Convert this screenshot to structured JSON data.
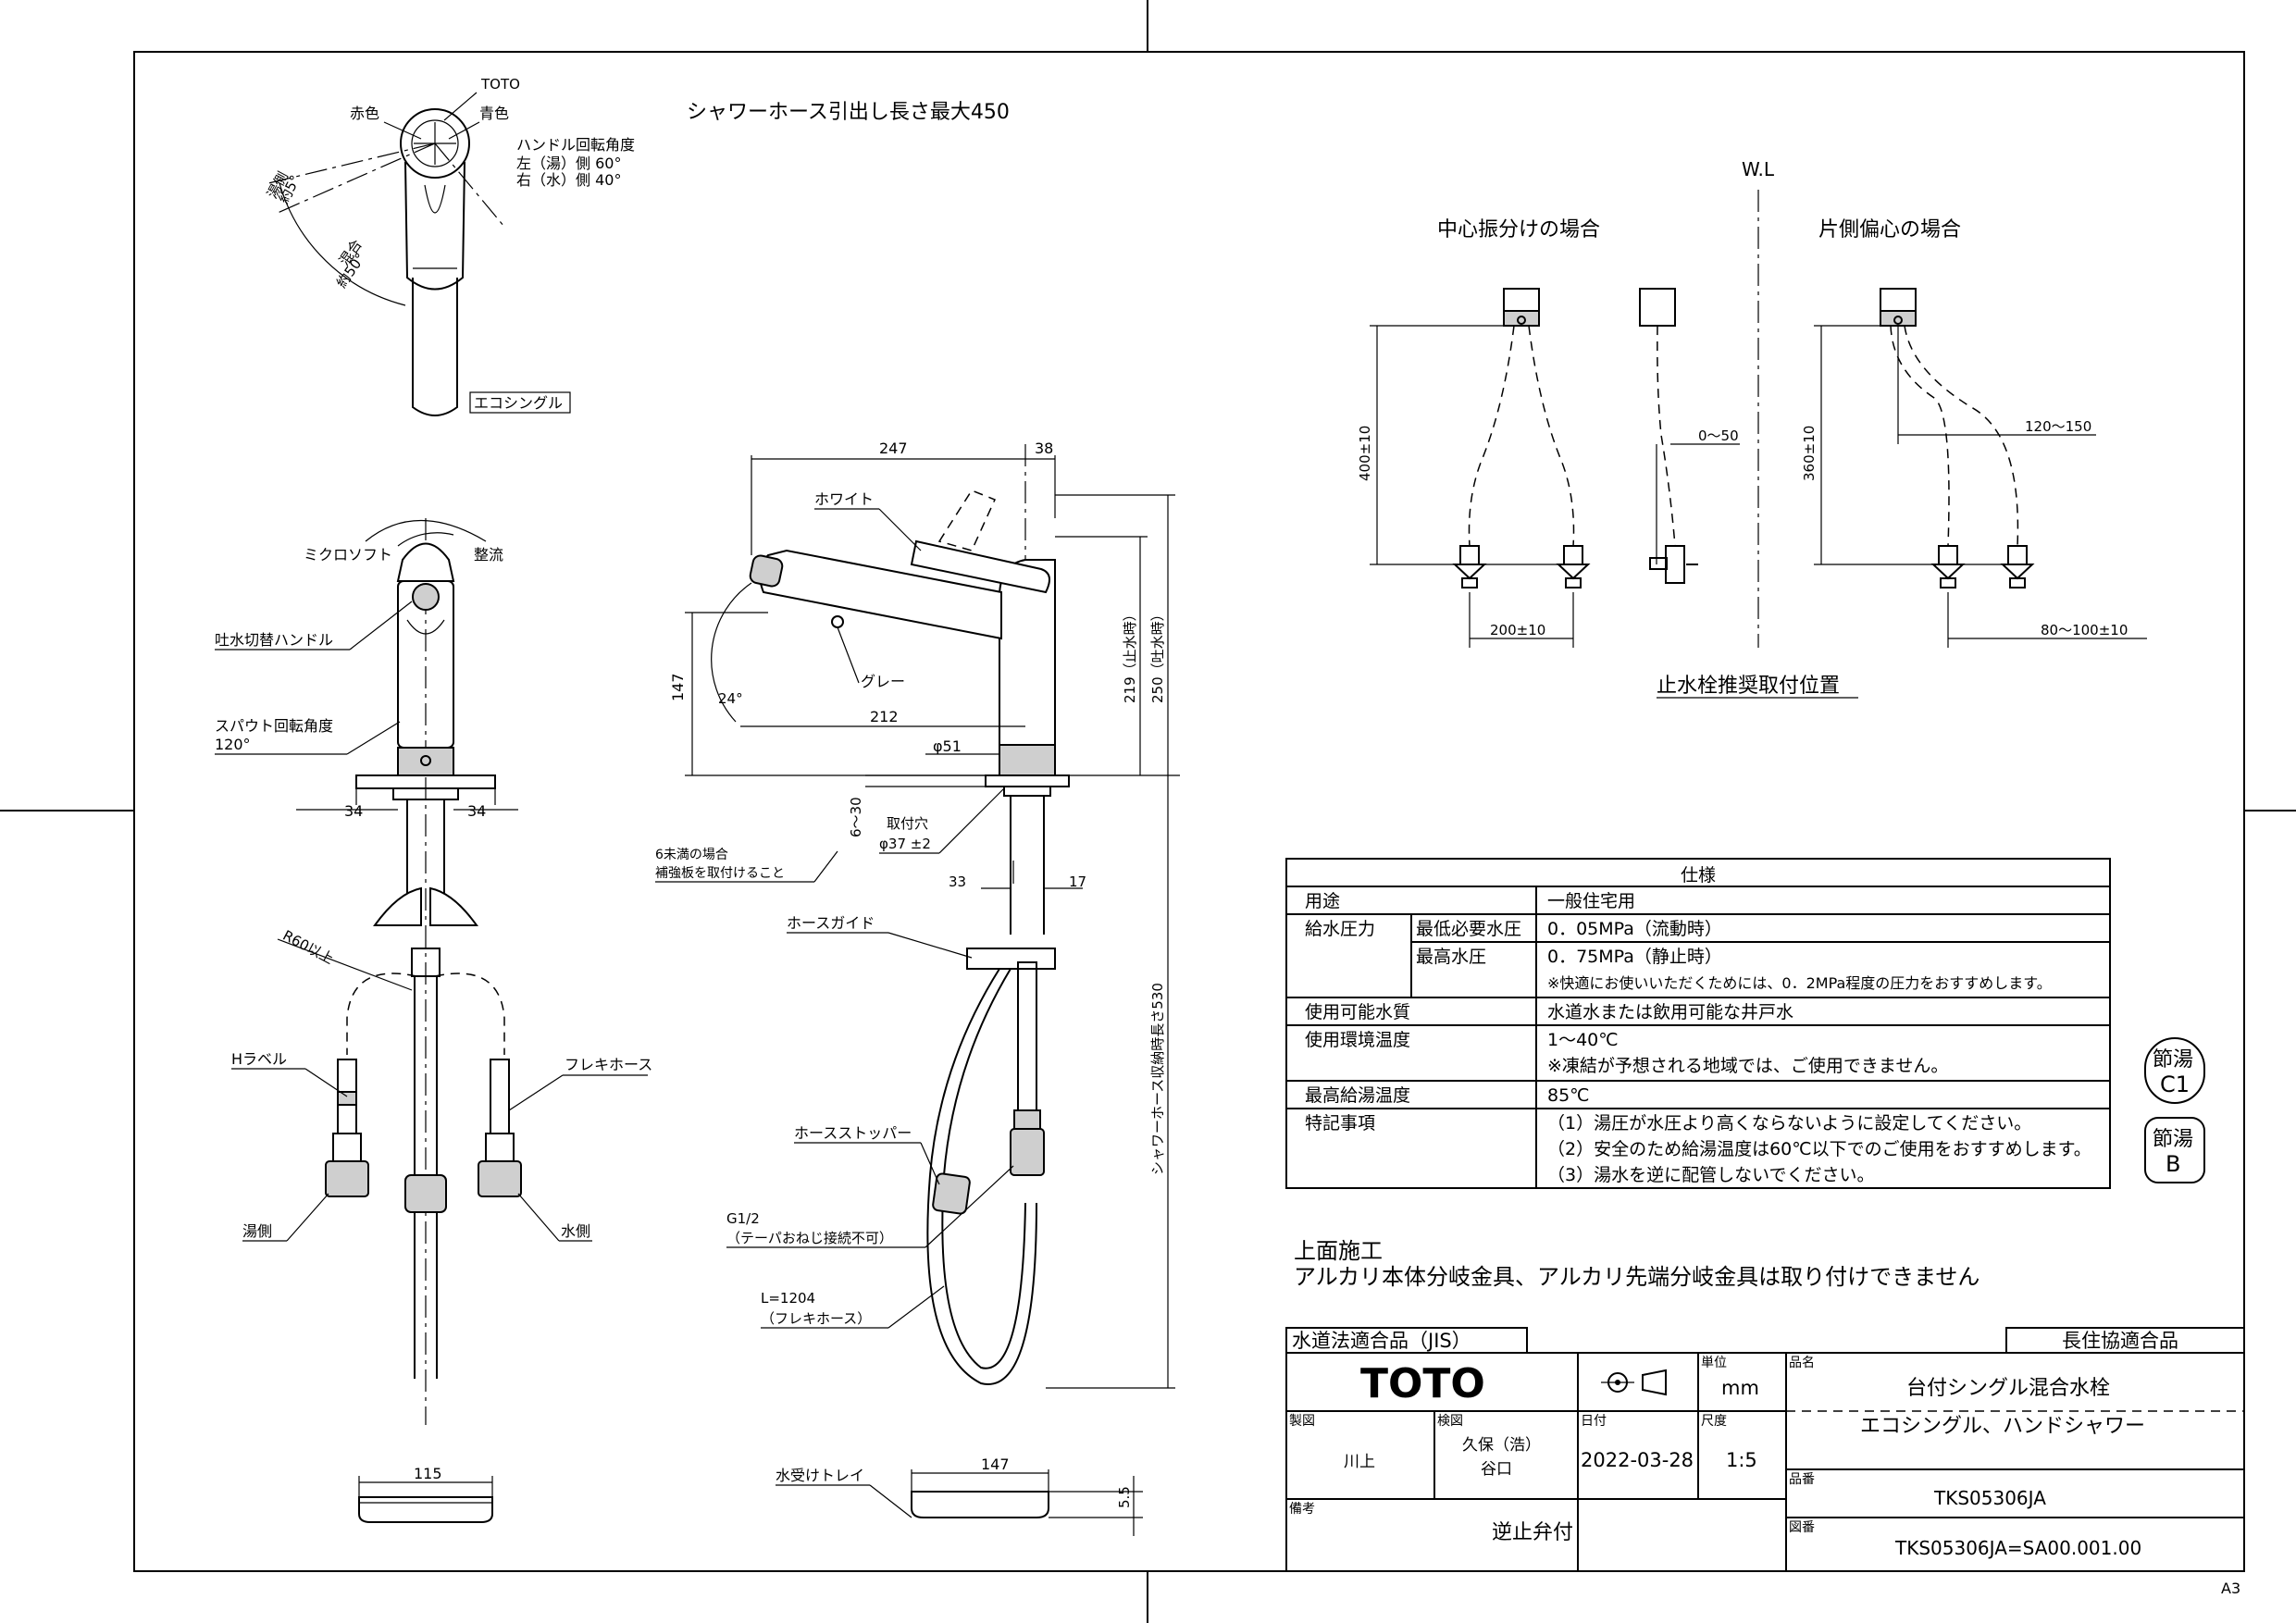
{
  "top_notes": {
    "shower_hose": "シャワーホース引出し長さ最大450",
    "wl": "W.L",
    "center_split": "中心振分けの場合",
    "one_side": "片側偏心の場合",
    "stop_valve_position": "止水栓推奨取付位置"
  },
  "top_view": {
    "toto_mark": "TOTO",
    "red": "赤色",
    "blue": "青色",
    "handle_angle_title": "ハンドル回転角度",
    "handle_left": "左（湯）側 60°",
    "handle_right": "右（水）側 40°",
    "hot_label": "湯側",
    "hot_angle": "約5°",
    "mix_label": "混合",
    "mix_angle": "約50°",
    "model_label": "エコシングル"
  },
  "front_view": {
    "microsoft": "ミクロソフト",
    "straight": "整流",
    "switch_handle": "吐水切替ハンドル",
    "spout_angle_title": "スパウト回転角度",
    "spout_angle": "120°",
    "dim_34_left": "34",
    "dim_34_right": "34",
    "r60": "R60以上",
    "h_label": "Hラベル",
    "flexi_hose": "フレキホース",
    "hot_side": "湯側",
    "water_side": "水側",
    "dim_115": "115"
  },
  "side_view": {
    "dim_247": "247",
    "dim_38": "38",
    "white": "ホワイト",
    "gray": "グレー",
    "dim_147": "147",
    "angle_24": "24°",
    "dim_212": "212",
    "dia_51": "φ51",
    "dim_219": "219（止水時）",
    "dim_250": "250（吐水時）",
    "dim_6_30": "6～30",
    "mount_hole": "取付穴",
    "mount_dia": "φ37 ±2",
    "reinforce_1": "6未満の場合",
    "reinforce_2": "補強板を取付けること",
    "dim_33": "33",
    "dim_17": "17",
    "hose_guide": "ホースガイド",
    "hose_stopper": "ホースストッパー",
    "g12": "G1/2",
    "g12_note": "（テーパおねじ接続不可）",
    "l1204": "L=1204",
    "l1204_note": "（フレキホース）",
    "hose_storage": "シャワーホース収納時長さ530",
    "tray": "水受けトレイ",
    "dim_tray_147": "147",
    "dim_5_5": "5.5"
  },
  "valve_diagram": {
    "dim_400": "400±10",
    "dim_0_50": "0～50",
    "dim_200": "200±10",
    "dim_360": "360±10",
    "dim_120_150": "120～150",
    "dim_80_100": "80～100±10"
  },
  "spec_table": {
    "title": "仕様",
    "rows": [
      {
        "k1": "用途",
        "k2": "",
        "v": [
          "一般住宅用"
        ]
      },
      {
        "k1": "給水圧力",
        "k2": "最低必要水圧",
        "v": [
          "0．05MPa（流動時）"
        ]
      },
      {
        "k1": "",
        "k2": "最高水圧",
        "v": [
          "0．75MPa（静止時）",
          "※快適にお使いいただくためには、0．2MPa程度の圧力をおすすめします。"
        ]
      },
      {
        "k1": "使用可能水質",
        "k2": "",
        "v": [
          "水道水または飲用可能な井戸水"
        ]
      },
      {
        "k1": "使用環境温度",
        "k2": "",
        "v": [
          "1～40℃",
          "※凍結が予想される地域では、ご使用できません。"
        ]
      },
      {
        "k1": "最高給湯温度",
        "k2": "",
        "v": [
          "85℃"
        ]
      },
      {
        "k1": "特記事項",
        "k2": "",
        "v": [
          "（1）湯圧が水圧より高くならないように設定してください。",
          "（2）安全のため給湯温度は60℃以下でのご使用をおすすめします。",
          "（3）湯水を逆に配管しないでください。"
        ]
      }
    ]
  },
  "badges": {
    "c1_top": "節湯",
    "c1_bottom": "C1",
    "b_top": "節湯",
    "b_bottom": "B"
  },
  "install_note": {
    "line1": "上面施工",
    "line2": "アルカリ本体分岐金具、アルカリ先端分岐金具は取り付けできません"
  },
  "title_block": {
    "jis": "水道法適合品（JIS）",
    "choju": "長住協適合品",
    "logo": "TOTO",
    "unit_label": "単位",
    "unit": "mm",
    "name_label": "品名",
    "name1": "台付シングル混合水栓",
    "name2": "エコシングル、ハンドシャワー",
    "drawn_label": "製図",
    "drawn": "川上",
    "checked_label": "検図",
    "checked1": "久保（浩）",
    "checked2": "谷口",
    "date_label": "日付",
    "date": "2022-03-28",
    "scale_label": "尺度",
    "scale": "1:5",
    "part_label": "品番",
    "part": "TKS05306JA",
    "remarks_label": "備考",
    "remarks": "逆止弁付",
    "drawing_label": "図番",
    "drawing_no": "TKS05306JA=SA00.001.00"
  },
  "paper_size": "A3"
}
